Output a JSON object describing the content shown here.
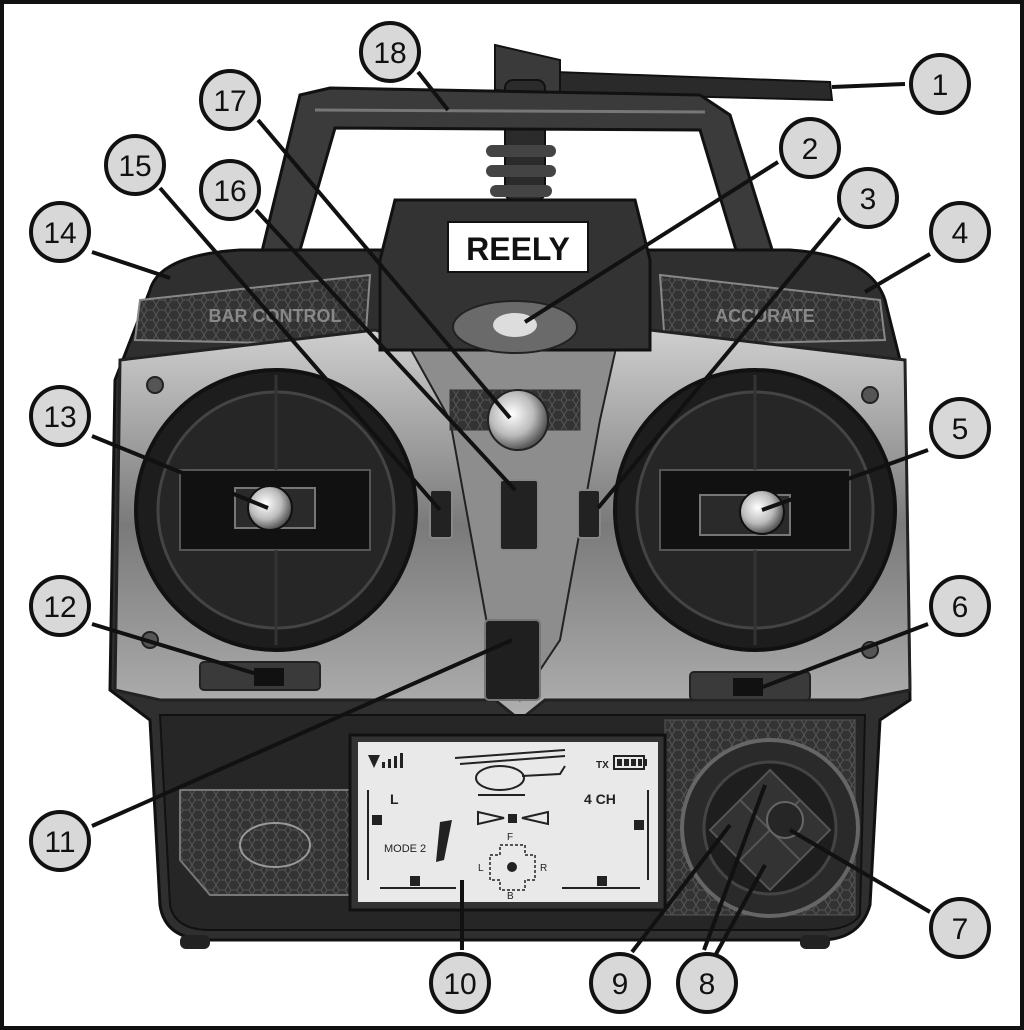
{
  "brand": {
    "logo": "REELY",
    "left_panel_text": "BAR CONTROL",
    "right_panel_text": "ACCURATE"
  },
  "lcd": {
    "mode_label": "MODE 2",
    "channel_label": "4 CH",
    "tx_label": "TX",
    "left_marker": "L",
    "dir_forward": "F",
    "dir_back": "B",
    "dir_left": "L",
    "dir_right": "R"
  },
  "callouts": [
    {
      "id": "1",
      "label": "1"
    },
    {
      "id": "2",
      "label": "2"
    },
    {
      "id": "3",
      "label": "3"
    },
    {
      "id": "4",
      "label": "4"
    },
    {
      "id": "5",
      "label": "5"
    },
    {
      "id": "6",
      "label": "6"
    },
    {
      "id": "7",
      "label": "7"
    },
    {
      "id": "8",
      "label": "8"
    },
    {
      "id": "9",
      "label": "9"
    },
    {
      "id": "10",
      "label": "10"
    },
    {
      "id": "11",
      "label": "11"
    },
    {
      "id": "12",
      "label": "12"
    },
    {
      "id": "13",
      "label": "13"
    },
    {
      "id": "14",
      "label": "14"
    },
    {
      "id": "15",
      "label": "15"
    },
    {
      "id": "16",
      "label": "16"
    },
    {
      "id": "17",
      "label": "17"
    },
    {
      "id": "18",
      "label": "18"
    }
  ],
  "colors": {
    "body_dark": "#2e2e2e",
    "body_mid": "#5a5a5a",
    "chrome": "#9a9a9a",
    "lcd_bg": "#e9e9e9",
    "callout_fill": "#d8d8d8"
  }
}
